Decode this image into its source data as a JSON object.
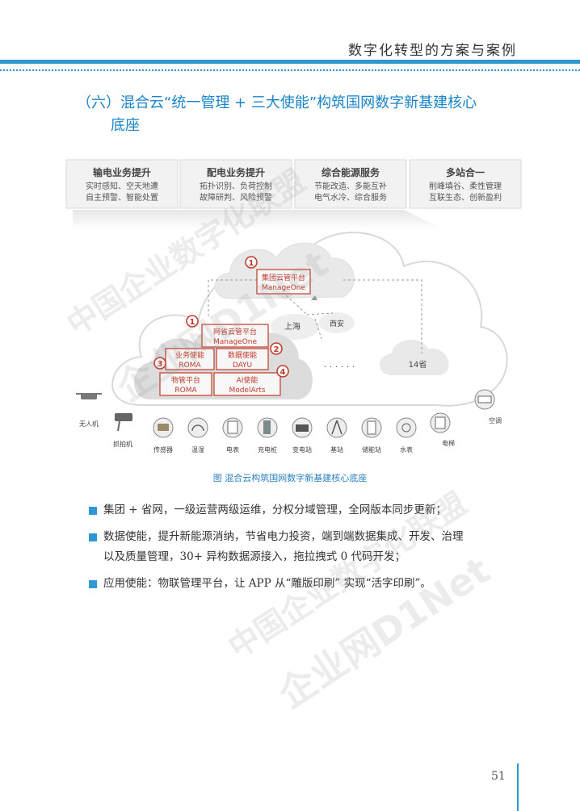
{
  "header": {
    "title": "数字化转型的方案与案例"
  },
  "section": {
    "title_line1": "（六）混合云“统一管理 + 三大使能”构筑国网数字新基建核心",
    "title_line2": "底座"
  },
  "figure": {
    "top_boxes": [
      {
        "title": "输电业务提升",
        "line1": "实时感知、空天地遭",
        "line2": "自主预警、智能处置"
      },
      {
        "title": "配电业务提升",
        "line1": "拓扑识别、负荷控制",
        "line2": "故障研判、风险预警"
      },
      {
        "title": "综合能源服务",
        "line1": "节能改造、多能互补",
        "line2": "电气水冷、综合服务"
      },
      {
        "title": "多站合一",
        "line1": "削峰填谷、柔性管理",
        "line2": "互联生态、创新盈利"
      }
    ],
    "cloud": {
      "group_platform_line1": "集团云管平台",
      "group_platform_line2": "ManageOne",
      "province_platform_line1": "网省云管平台",
      "province_platform_line2": "ManageOne",
      "service_enable_line1": "业务使能",
      "service_enable_line2": "ROMA",
      "data_enable_line1": "数据使能",
      "data_enable_line2": "DAYU",
      "iot_line1": "物管平台",
      "iot_line2": "ROMA",
      "ai_line1": "AI使能",
      "ai_line2": "ModelArts",
      "n1": "1",
      "n1b": "1",
      "n2": "2",
      "n3": "3",
      "n4": "4",
      "shanghai": "上海",
      "xian": "西安",
      "dots": "· · · · · ·",
      "prov14": "14省"
    },
    "devices": [
      "无人机",
      "抓拍机",
      "传感器",
      "温湿",
      "电表",
      "充电桩",
      "变电站",
      "基站",
      "储能站",
      "水表",
      "电梯",
      "空调"
    ],
    "caption": "图  混合云构筑国网数字新基建核心底座"
  },
  "bullets": [
    {
      "line1": "集团 + 省网，一级运营两级运维，分权分域管理，全网版本同步更新；",
      "line2": ""
    },
    {
      "line1": "数据使能，提升新能源消纳，节省电力投资，端到端数据集成、开发、治理",
      "line2": "以及质量管理，30+ 异构数据源接入，拖拉拽式 0 代码开发；"
    },
    {
      "line1": "应用使能：物联管理平台，让 APP 从“雕版印刷” 实现“活字印刷”。",
      "line2": ""
    }
  ],
  "watermark": {
    "text1": "中国企业数字化联盟",
    "text2": "企业网D1Net"
  },
  "page": {
    "number": "51"
  }
}
